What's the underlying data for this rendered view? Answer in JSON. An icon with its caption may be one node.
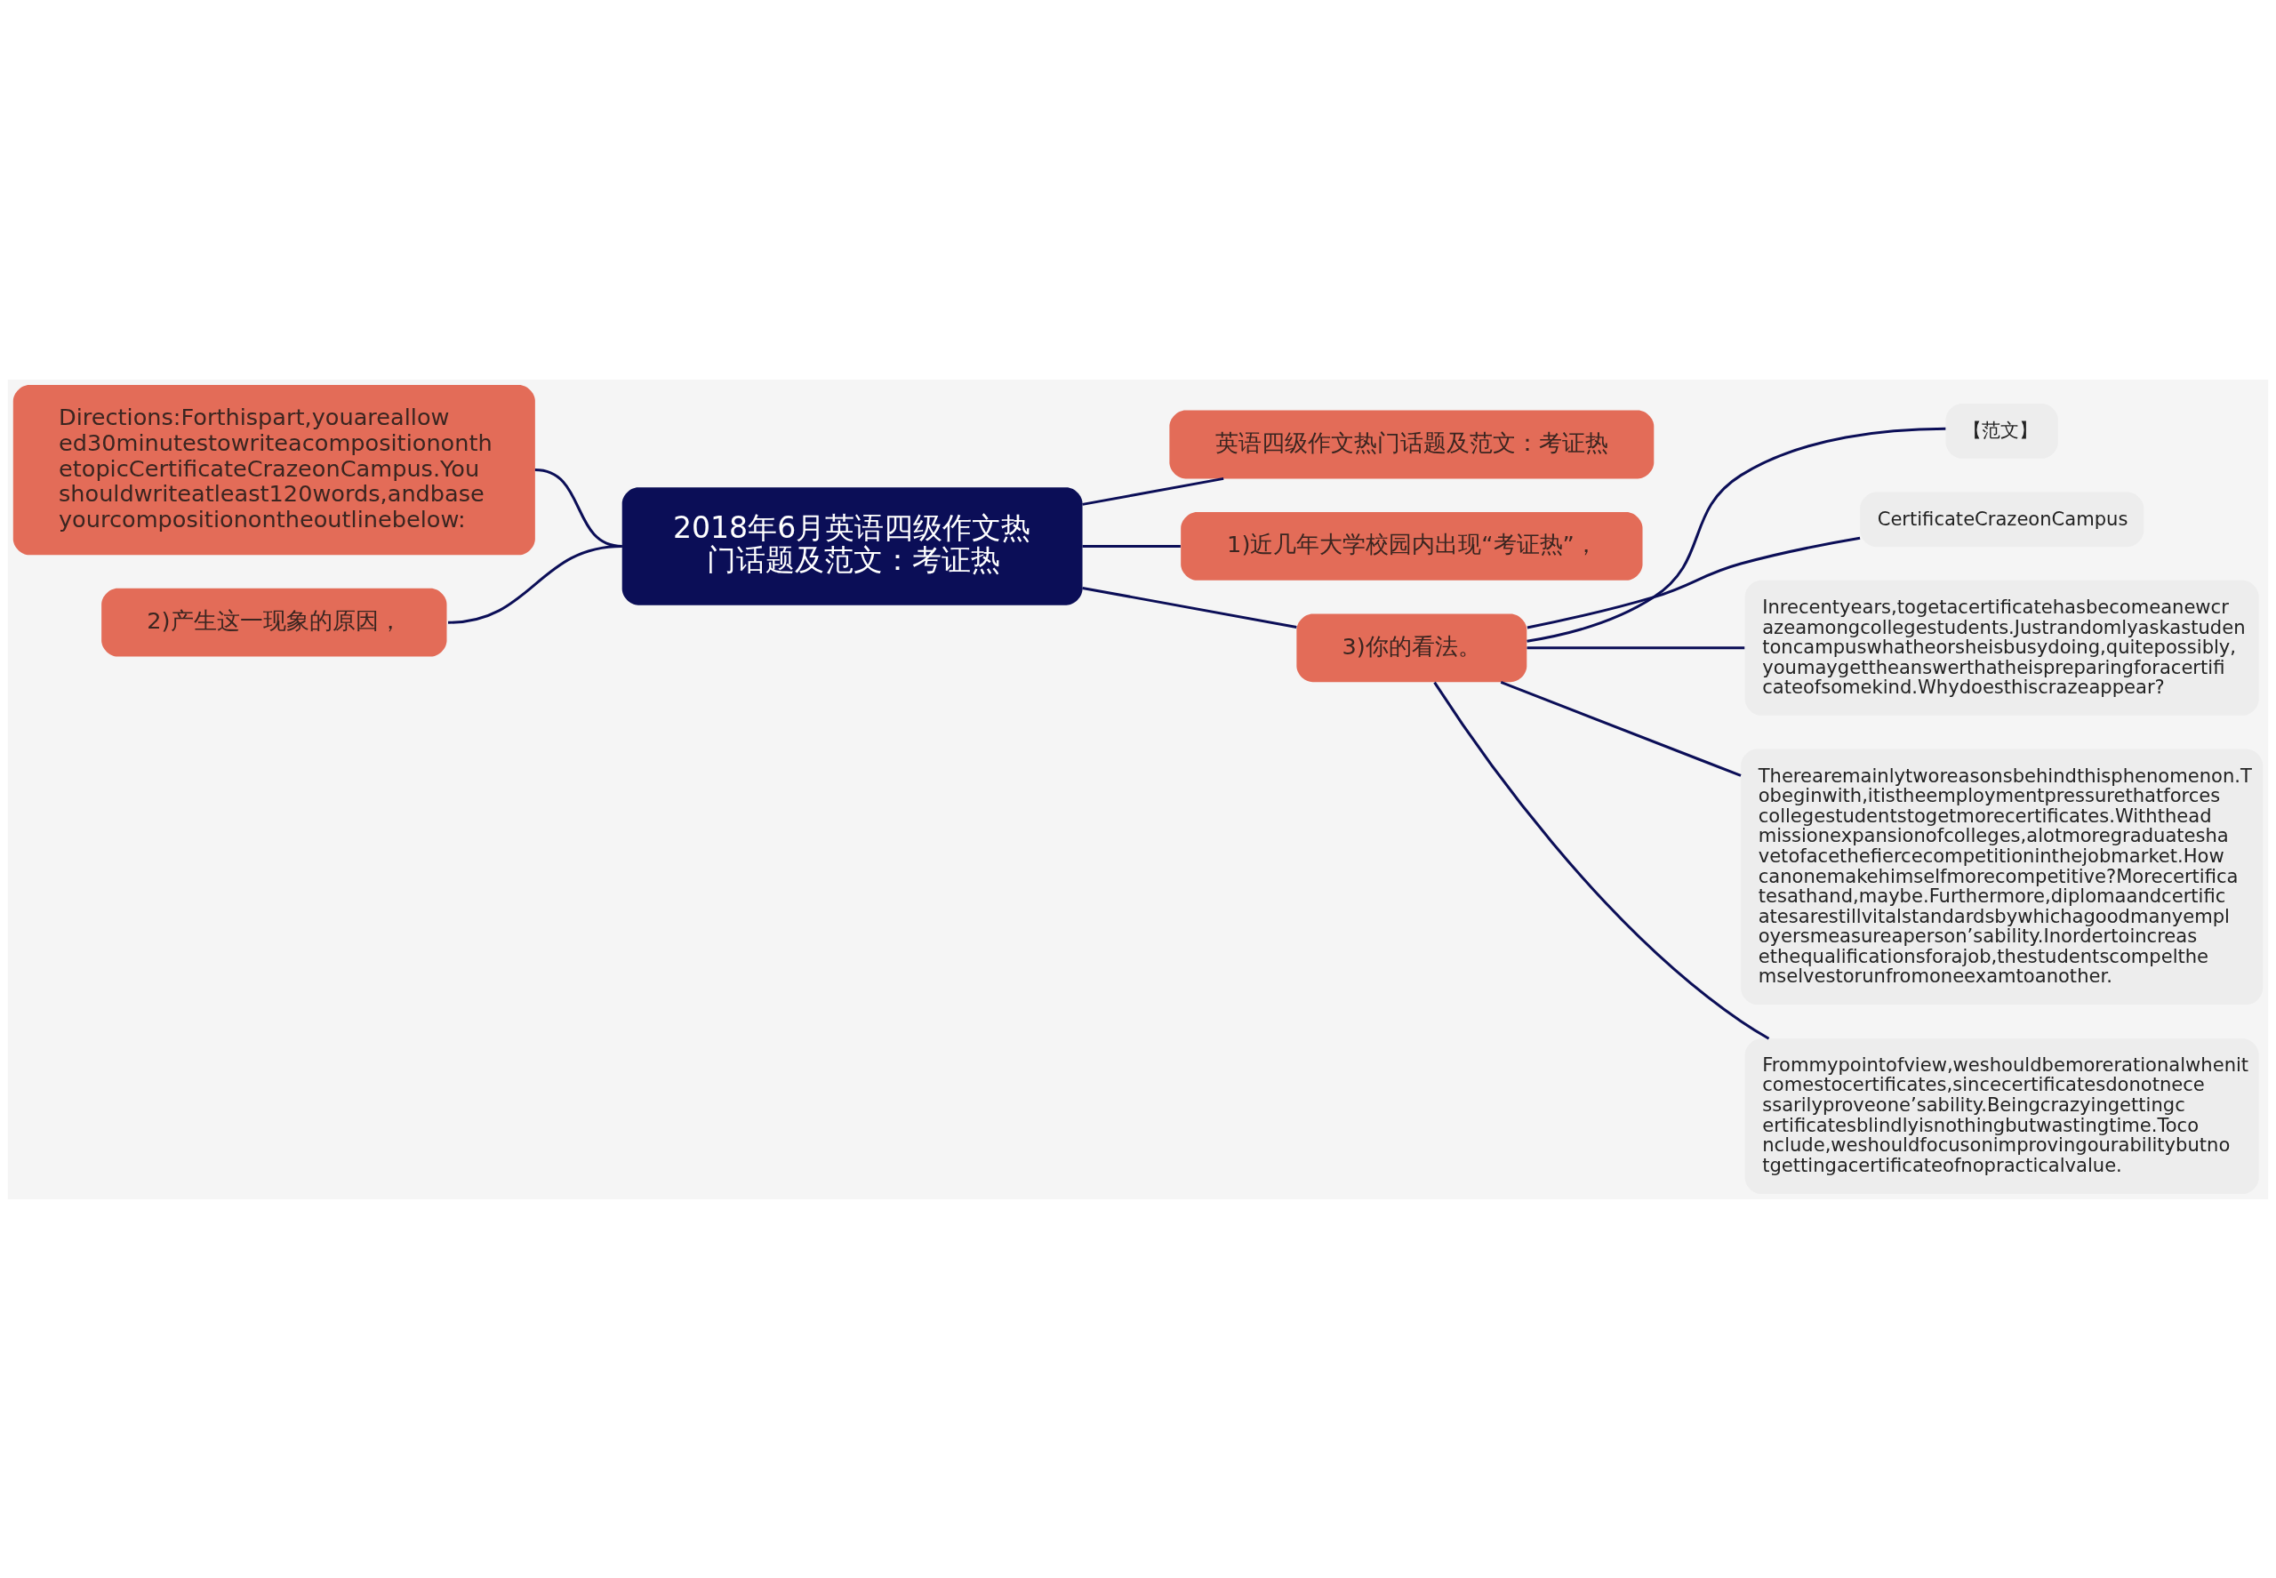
{
  "diagram": {
    "nodes": [
      {
        "text": [
          "2018年6月英语四级作文热门话题及范文：考证热"
        ]
      },
      {
        "text": [
          "英语四级作文热门话题及范文：考证热"
        ]
      },
      {
        "text": [
          "1)近几年大学校园内出现“考证热”，"
        ]
      },
      {
        "text": [
          "Directions:Forthispart,youareallowed30minutestowriteacompositiononthetopicCertificateCrazeonCampus.Youshouldwriteatleast120words,andbaseyourcompositionontheoutlinebelow:"
        ]
      },
      {
        "text": [
          "2)产生这一现象的原因，"
        ]
      },
      {
        "text": [
          "3)你的看法。"
        ]
      },
      {
        "text": [
          "【范文】"
        ]
      },
      {
        "text": [
          "CertificateCrazeonCampus"
        ]
      },
      {
        "text": [
          "Inrecentyears,togetacertificatehasbecomeanewcrazeamongcollegestudents.Justrandomlyaskastudentoncampuswhatheorsheisbusydoing,quitepossibly,youmaygettheanswerthatheispreparingforacertificateofsomekind.Whydoesthiscrazeappear?"
        ]
      },
      {
        "text": [
          "Therearemainlytworeasonsbehindthisphenomenon.Tobeginwith,itistheemploymentpressurethatforcescollegestudentstogetmorecertificates.Withtheadmissionexpansionofcolleges,alotmoregraduateshavetofacethefiercecompetitioninthejobmarket.Howcanonemakehimselfmorecompetitive?Morecertificatesathand,maybe.Furthermore,diplomaandcertificatesarestillvitalstandardsbywhichagoodmanyemployersmeasureaperson’sability.Inordertoincreasethequalificationsforajob,thestudentscompelthemselvestorunfromoneexamtoanother."
        ]
      },
      {
        "text": [
          "Frommypointofview,weshouldbemorerationalwhenitcomestocertificates,sincecertificatesdonotnecessarilyproveone’sability.Beingcrazyingettingcertificatesblindlyisnothingbutwastingtime.Toconclude,weshouldfocusonimprovingourabilitybutnotgettingacertificateofnopracticalvalue."
        ]
      }
    ],
    "edges": [
      {
        "from": 0,
        "to": 1,
        "arrow": "none"
      },
      {
        "from": 0,
        "to": 2,
        "arrow": "none"
      },
      {
        "from": 0,
        "to": 3,
        "arrow": "none"
      },
      {
        "from": 0,
        "to": 4,
        "arrow": "none"
      },
      {
        "from": 0,
        "to": 5,
        "arrow": "none"
      },
      {
        "from": 5,
        "to": 6,
        "arrow": "none"
      },
      {
        "from": 5,
        "to": 7,
        "arrow": "none"
      },
      {
        "from": 5,
        "to": 8,
        "arrow": "none"
      },
      {
        "from": 5,
        "to": 9,
        "arrow": "none"
      },
      {
        "from": 5,
        "to": 10,
        "arrow": "none"
      }
    ]
  }
}
